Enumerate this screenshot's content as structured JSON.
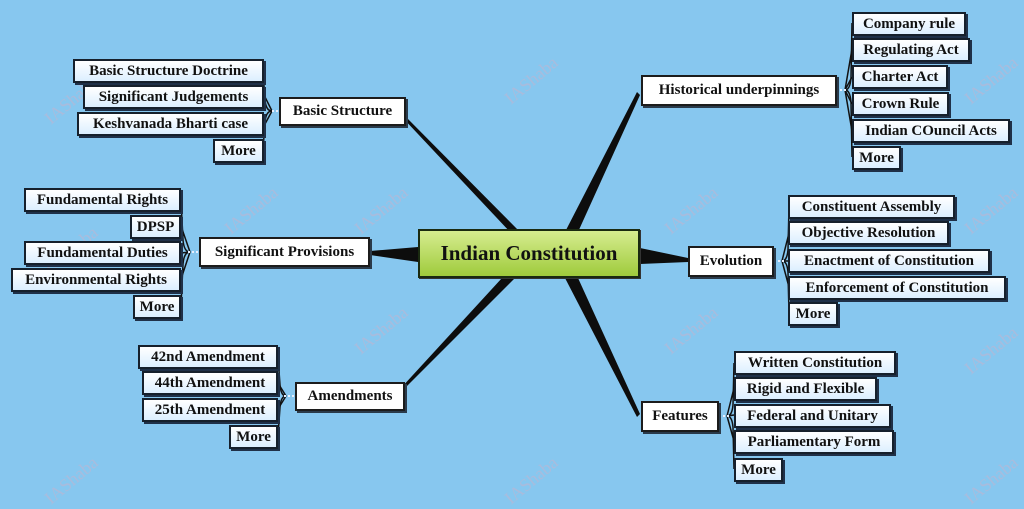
{
  "central": {
    "label": "Indian Constitution",
    "color": "#9fcb3c"
  },
  "background_color": "#87c7ef",
  "watermark": "IAShaba",
  "branches": {
    "basic_structure": {
      "label": "Basic Structure",
      "children": [
        "Basic Structure Doctrine",
        "Significant Judgements",
        "Keshvanada Bharti case",
        "More"
      ]
    },
    "significant_provisions": {
      "label": "Significant Provisions",
      "children": [
        "Fundamental Rights",
        "DPSP",
        "Fundamental Duties",
        "Environmental Rights",
        "More"
      ]
    },
    "amendments": {
      "label": "Amendments",
      "children": [
        "42nd Amendment",
        "44th Amendment",
        "25th Amendment",
        "More"
      ]
    },
    "historical": {
      "label": "Historical underpinnings",
      "children": [
        "Company rule",
        "Regulating Act",
        "Charter Act",
        "Crown Rule",
        "Indian COuncil Acts",
        "More"
      ]
    },
    "evolution": {
      "label": "Evolution",
      "children": [
        "Constituent Assembly",
        "Objective Resolution",
        "Enactment of Constitution",
        "Enforcement of Constitution",
        "More"
      ]
    },
    "features": {
      "label": "Features",
      "children": [
        "Written Constitution",
        "Rigid and Flexible",
        "Federal and Unitary",
        "Parliamentary Form",
        "More"
      ]
    }
  }
}
